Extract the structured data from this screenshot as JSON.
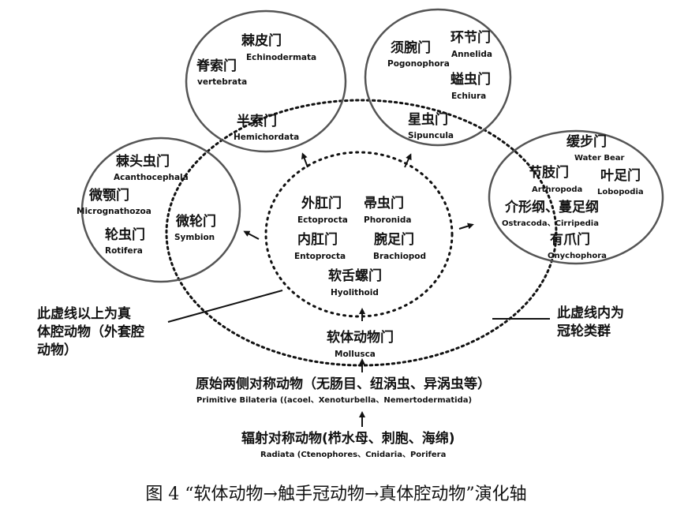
{
  "circles": {
    "top_left": {
      "items": [
        {
          "cn": "棘皮门",
          "la": "Echinodermata"
        },
        {
          "cn": "脊索门",
          "la": "vertebrata"
        },
        {
          "cn": "半索门",
          "la": "Hemichordata"
        }
      ]
    },
    "top_right": {
      "items": [
        {
          "cn": "须腕门",
          "la": "Pogonophora"
        },
        {
          "cn": "环节门",
          "la": "Annelida"
        },
        {
          "cn": "螠虫门",
          "la": "Echiura"
        },
        {
          "cn": "星虫门",
          "la": "Sipuncula"
        }
      ]
    },
    "left": {
      "items": [
        {
          "cn": "棘头虫门",
          "la": "Acanthocephala"
        },
        {
          "cn": "微颚门",
          "la": "Micrognathozoa"
        },
        {
          "cn": "微轮门",
          "la": "Symbion"
        },
        {
          "cn": "轮虫门",
          "la": "Rotifera"
        }
      ]
    },
    "right": {
      "items": [
        {
          "cn": "缓步门",
          "la": "Water Bear"
        },
        {
          "cn": "节肢门",
          "la": "Arthropoda"
        },
        {
          "cn": "叶足门",
          "la": "Lobopodia"
        },
        {
          "cn": "介形纲、蔓足纲",
          "la": "Ostracoda、Cirripedia"
        },
        {
          "cn": "有爪门",
          "la": "Onychophora"
        }
      ]
    }
  },
  "center": {
    "items": [
      {
        "cn": "外肛门",
        "la": "Ectoprocta"
      },
      {
        "cn": "帚虫门",
        "la": "Phoronida"
      },
      {
        "cn": "内肛门",
        "la": "Entoprocta"
      },
      {
        "cn": "腕足门",
        "la": "Brachiopod"
      },
      {
        "cn": "软舌螺门",
        "la": "Hyolithoid"
      }
    ]
  },
  "mollusca": {
    "cn": "软体动物门",
    "la": "Mollusca"
  },
  "annotations": {
    "left_line1": "此虚线以上为真",
    "left_line2": "体腔动物（外套腔",
    "left_line3": "动物）",
    "right_line1": "此虚线内为",
    "right_line2": "冠轮类群"
  },
  "base": {
    "primitive_cn": "原始两侧对称动物（无肠目、纽涡虫、异涡虫等）",
    "primitive_la": "Primitive Bilateria ((acoel、Xenoturbella、Nemertodermatida)",
    "radiata_cn": "辐射对称动物(栉水母、刺胞、海绵)",
    "radiata_la": "Radiata (Ctenophores、Cnidaria、Porifera"
  },
  "caption": "图 4 “软体动物→触手冠动物→真体腔动物”演化轴"
}
